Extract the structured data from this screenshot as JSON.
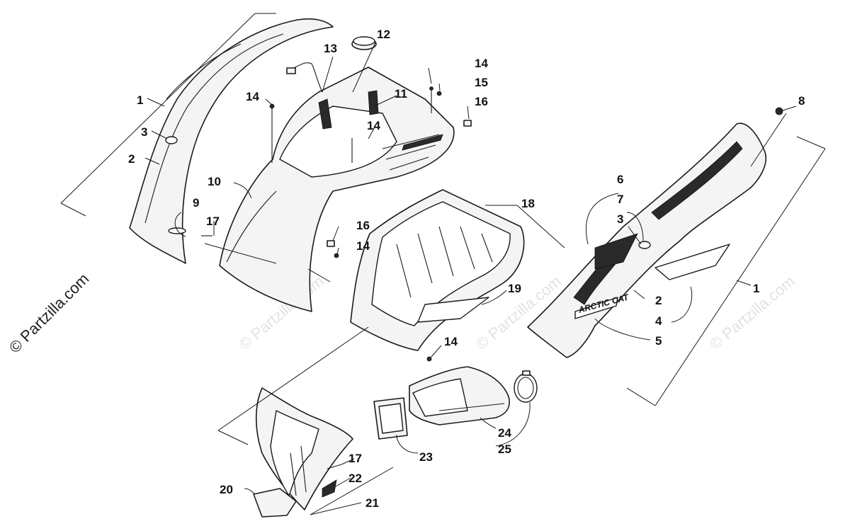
{
  "copyright_text": "© Partzilla.com",
  "watermark_text": "© Partzilla.com",
  "brand_decal_text": "ARCTIC CAT",
  "callouts": [
    "1",
    "2",
    "3",
    "4",
    "5",
    "6",
    "7",
    "8",
    "9",
    "10",
    "11",
    "12",
    "13",
    "14",
    "15",
    "16",
    "17",
    "18",
    "19",
    "20",
    "21",
    "22",
    "23",
    "24",
    "25"
  ]
}
